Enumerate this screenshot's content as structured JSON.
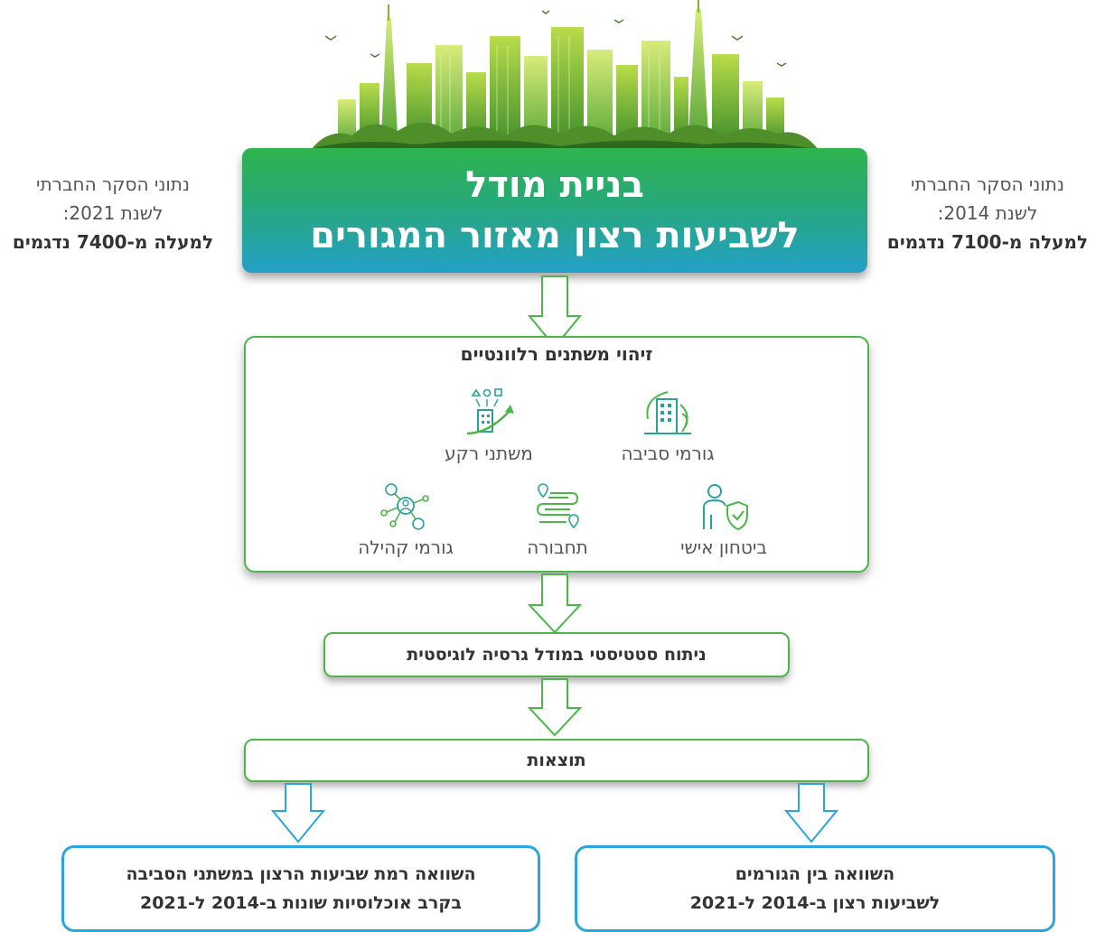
{
  "title": {
    "line1": "בניית מודל",
    "line2": "לשביעות רצון מאזור המגורים"
  },
  "notes": {
    "left": {
      "line1": "נתוני הסקר החברתי",
      "line2": "לשנת 2021:",
      "line3": "למעלה מ-7400 נדגמים"
    },
    "right": {
      "line1": "נתוני הסקר החברתי",
      "line2": "לשנת 2014:",
      "line3": "למעלה מ-7100 נדגמים"
    }
  },
  "variables": {
    "title": "זיהוי משתנים רלוונטיים",
    "items": [
      {
        "label": "גורמי סביבה",
        "icon": "environment-building-icon"
      },
      {
        "label": "משתני רקע",
        "icon": "background-growth-icon"
      },
      {
        "label": "ביטחון אישי",
        "icon": "personal-security-icon"
      },
      {
        "label": "תחבורה",
        "icon": "transport-route-icon"
      },
      {
        "label": "גורמי קהילה",
        "icon": "community-network-icon"
      }
    ]
  },
  "analysis": {
    "label": "ניתוח סטטיסטי במודל גרסיה לוגיסטית"
  },
  "results": {
    "label": "תוצאות"
  },
  "outcomes": {
    "left": {
      "line1": "השוואה רמת שביעות הרצון במשתני הסביבה",
      "line2": "בקרב אוכלוסיות שונות ב-2014 ל-2021"
    },
    "right": {
      "line1": "השוואה בין הגורמים",
      "line2": "לשביעות רצון ב-2014  ל-2021"
    }
  },
  "colors": {
    "green": "#4cb649",
    "teal": "#26a88f",
    "blue": "#2ba6dc"
  }
}
